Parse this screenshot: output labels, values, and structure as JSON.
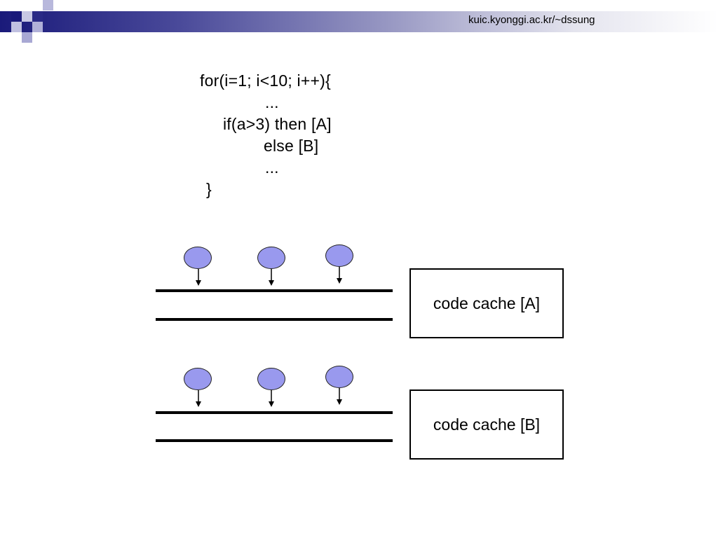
{
  "header": {
    "url": "kuic.kyonggi.ac.kr/~dssung",
    "accent_colors": [
      "#1a1a7a",
      "#9a9ac4"
    ]
  },
  "code": {
    "lines": [
      "for(i=1; i<10; i++){",
      "...",
      "if(a>3) then [A]",
      "else [B]",
      "...",
      "}"
    ]
  },
  "diagram": {
    "token_color": "#9999ee",
    "pipelines": [
      {
        "cache_label": "code cache [A]"
      },
      {
        "cache_label": "code cache [B]"
      }
    ]
  }
}
